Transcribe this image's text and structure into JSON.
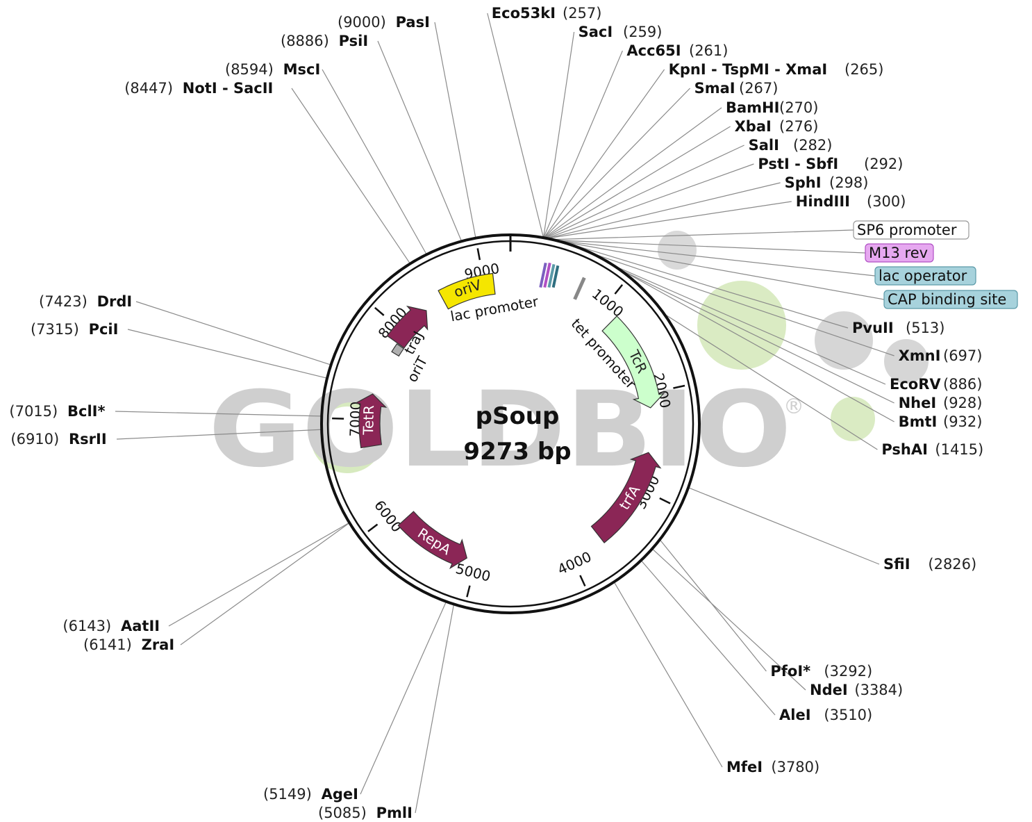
{
  "plasmid": {
    "name": "pSoup",
    "size_label": "9273 bp",
    "length": 9273
  },
  "watermark": {
    "text": "GOLDBIO",
    "mark": "®"
  },
  "ticks": [
    {
      "pos": 1000,
      "label": "1000"
    },
    {
      "pos": 2000,
      "label": "2000"
    },
    {
      "pos": 3000,
      "label": "3000"
    },
    {
      "pos": 4000,
      "label": "4000"
    },
    {
      "pos": 5000,
      "label": "5000"
    },
    {
      "pos": 6000,
      "label": "6000"
    },
    {
      "pos": 7000,
      "label": "7000"
    },
    {
      "pos": 8000,
      "label": "8000"
    },
    {
      "pos": 9000,
      "label": "9000"
    }
  ],
  "features": [
    {
      "name": "oriV",
      "color": "#f5e600",
      "text_color": "#222",
      "start": 8540,
      "end": 9100,
      "dir": 0
    },
    {
      "name": "TcR",
      "color": "#ccffcc",
      "text_color": "#222",
      "start": 1150,
      "end": 2150,
      "dir": 1
    },
    {
      "name": "trfA",
      "color": "#8b2656",
      "text_color": "#ffffff",
      "start": 2620,
      "end": 3650,
      "dir": -1
    },
    {
      "name": "RepA",
      "color": "#8b2656",
      "text_color": "#ffffff",
      "start": 5100,
      "end": 5870,
      "dir": -1
    },
    {
      "name": "TetR",
      "color": "#8b2656",
      "text_color": "#ffffff",
      "start": 6720,
      "end": 7270,
      "dir": 1
    },
    {
      "name": "traJ",
      "color": "#8b2656",
      "text_color": "#ffffff",
      "start": 7870,
      "end": 8330,
      "dir": 1
    },
    {
      "name": "oriT",
      "color": "#b0b0b0",
      "text_color": "#222",
      "start": 7760,
      "end": 7860,
      "dir": 0
    }
  ],
  "inner_labels": [
    {
      "name": "lac promoter",
      "pos": 9250
    },
    {
      "name": "tet promoter",
      "pos": 1350
    },
    {
      "name": "traJ",
      "pos": 7990
    },
    {
      "name": "oriT",
      "pos": 7760
    }
  ],
  "boxed_features": [
    {
      "name": "SP6 promoter",
      "fill": "#ffffff",
      "stroke": "#999999"
    },
    {
      "name": "M13 rev",
      "fill": "#e6a8f0",
      "stroke": "#b04fc4"
    },
    {
      "name": "lac operator",
      "fill": "#a7d2dc",
      "stroke": "#5b9aa8"
    },
    {
      "name": "CAP binding site",
      "fill": "#a7d2dc",
      "stroke": "#5b9aa8"
    }
  ],
  "sites_right": [
    {
      "name": "Eco53kI",
      "pos": "(257)",
      "site": 257
    },
    {
      "name": "SacI",
      "pos": "(259)",
      "site": 259
    },
    {
      "name": "Acc65I",
      "pos": "(261)",
      "site": 261
    },
    {
      "name": "KpnI - TspMI - XmaI",
      "pos": "(265)",
      "site": 265
    },
    {
      "name": "SmaI",
      "pos": "(267)",
      "site": 267
    },
    {
      "name": "BamHI",
      "pos": "(270)",
      "site": 270
    },
    {
      "name": "XbaI",
      "pos": "(276)",
      "site": 276
    },
    {
      "name": "SalI",
      "pos": "(282)",
      "site": 282
    },
    {
      "name": "PstI - SbfI",
      "pos": "(292)",
      "site": 292
    },
    {
      "name": "SphI",
      "pos": "(298)",
      "site": 298
    },
    {
      "name": "HindIII",
      "pos": "(300)",
      "site": 300
    },
    {
      "name": "PvuII",
      "pos": "(513)",
      "site": 513
    },
    {
      "name": "XmnI",
      "pos": "(697)",
      "site": 697
    },
    {
      "name": "EcoRV",
      "pos": "(886)",
      "site": 886
    },
    {
      "name": "NheI",
      "pos": "(928)",
      "site": 928
    },
    {
      "name": "BmtI",
      "pos": "(932)",
      "site": 932
    },
    {
      "name": "PshAI",
      "pos": "(1415)",
      "site": 1415
    },
    {
      "name": "SfiI",
      "pos": "(2826)",
      "site": 2826
    },
    {
      "name": "PfoI*",
      "pos": "(3292)",
      "site": 3292,
      "grey": true
    },
    {
      "name": "NdeI",
      "pos": "(3384)",
      "site": 3384
    },
    {
      "name": "AleI",
      "pos": "(3510)",
      "site": 3510
    },
    {
      "name": "MfeI",
      "pos": "(3780)",
      "site": 3780
    }
  ],
  "sites_left": [
    {
      "name": "PasI",
      "pos": "(9000)",
      "site": 9000
    },
    {
      "name": "PsiI",
      "pos": "(8886)",
      "site": 8886
    },
    {
      "name": "MscI",
      "pos": "(8594)",
      "site": 8594
    },
    {
      "name": "NotI - SacII",
      "pos": "(8447)",
      "site": 8447
    },
    {
      "name": "DrdI",
      "pos": "(7423)",
      "site": 7423
    },
    {
      "name": "PciI",
      "pos": "(7315)",
      "site": 7315
    },
    {
      "name": "BclI*",
      "pos": "(7015)",
      "site": 7015,
      "grey": true
    },
    {
      "name": "RsrII",
      "pos": "(6910)",
      "site": 6910
    },
    {
      "name": "AatII",
      "pos": "(6143)",
      "site": 6143
    },
    {
      "name": "ZraI",
      "pos": "(6141)",
      "site": 6141
    },
    {
      "name": "AgeI",
      "pos": "(5149)",
      "site": 5149
    },
    {
      "name": "PmlI",
      "pos": "(5085)",
      "site": 5085
    }
  ]
}
